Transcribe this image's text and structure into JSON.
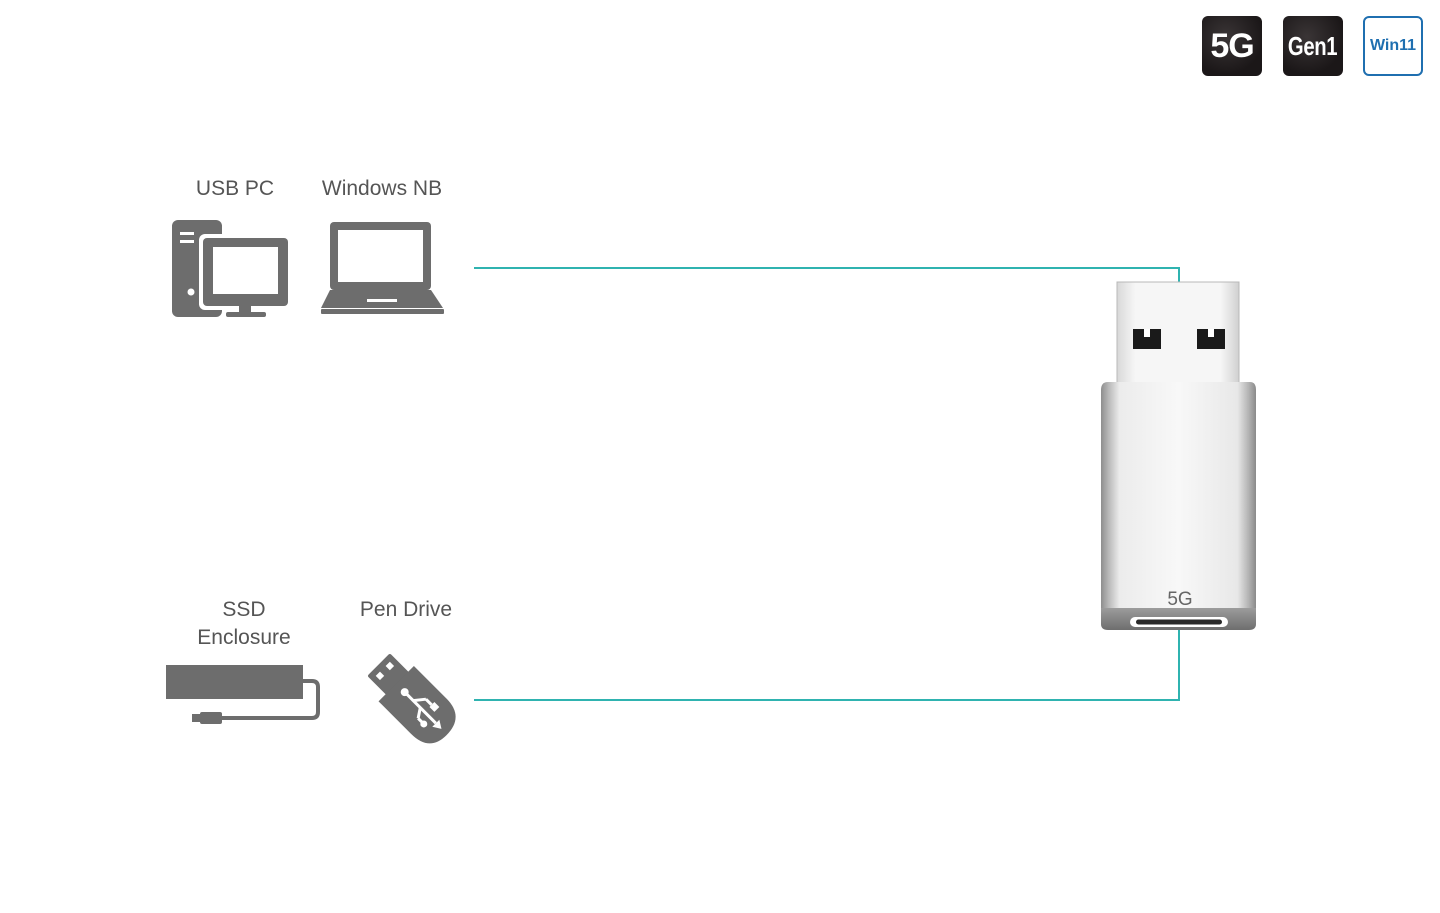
{
  "badges": {
    "speed": "5G",
    "gen": "Gen1",
    "os": "Win11"
  },
  "hosts": {
    "usb_pc": "USB PC",
    "windows_nb": "Windows NB"
  },
  "devices": {
    "ssd_line1": "SSD",
    "ssd_line2": "Enclosure",
    "pen_drive": "Pen Drive"
  },
  "adapter": {
    "port_label": "5G"
  },
  "colors": {
    "connector_line": "#2fb3b0",
    "icon_gray": "#6d6d6d",
    "badge_dark": "#1b1718",
    "badge_blue": "#1f6fb0"
  },
  "icons": [
    "desktop-pc-icon",
    "laptop-icon",
    "ssd-enclosure-icon",
    "usb-pen-drive-icon",
    "usb-adapter-image"
  ]
}
